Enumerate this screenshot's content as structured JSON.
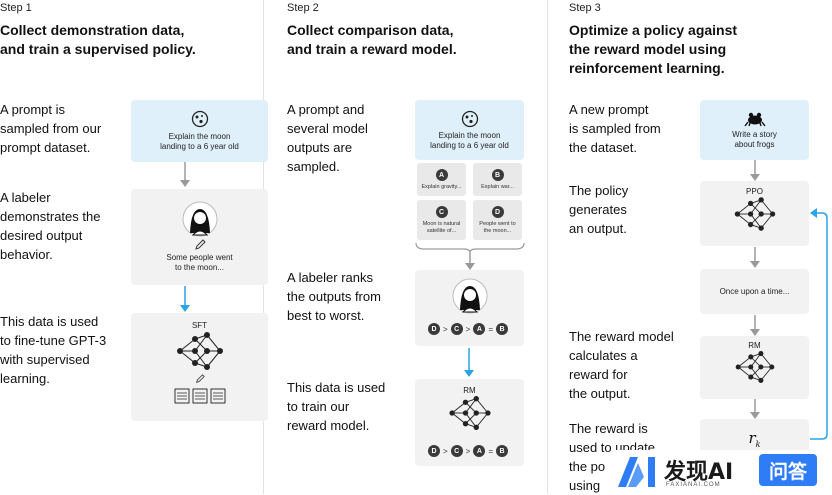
{
  "steps": [
    {
      "step_label": "Step 1",
      "heading": [
        "Collect demonstration data,",
        "and train a supervised policy."
      ],
      "desc1": [
        "A prompt is",
        "sampled from our",
        "prompt dataset."
      ],
      "desc2": [
        "A labeler",
        "demonstrates the",
        "desired output",
        "behavior."
      ],
      "desc3": [
        "This data is used",
        "to fine-tune GPT-3",
        "with supervised",
        "learning."
      ],
      "prompt_box": [
        "Explain the moon",
        "landing to a 6 year old"
      ],
      "labeler_output": [
        "Some people went",
        "to the moon..."
      ],
      "model_label": "SFT"
    },
    {
      "step_label": "Step 2",
      "heading": [
        "Collect comparison data,",
        "and train a reward model."
      ],
      "desc1": [
        "A prompt and",
        "several model",
        "outputs are",
        "sampled."
      ],
      "desc2": [
        "A labeler ranks",
        "the outputs from",
        "best to worst."
      ],
      "desc3": [
        "This data is used",
        "to train our",
        "reward model."
      ],
      "prompt_box": [
        "Explain the moon",
        "landing to a 6 year old"
      ],
      "outputs": [
        {
          "letter": "A",
          "text": [
            "Explain gravity..."
          ]
        },
        {
          "letter": "B",
          "text": [
            "Explain war..."
          ]
        },
        {
          "letter": "C",
          "text": [
            "Moon is natural",
            "satellite of..."
          ]
        },
        {
          "letter": "D",
          "text": [
            "People went to",
            "the moon..."
          ]
        }
      ],
      "ranking": [
        "D",
        ">",
        "C",
        ">",
        "A",
        "=",
        "B"
      ],
      "model_label": "RM"
    },
    {
      "step_label": "Step 3",
      "heading": [
        "Optimize a policy against",
        "the reward model using",
        "reinforcement learning."
      ],
      "desc1": [
        "A new prompt",
        "is sampled from",
        "the dataset."
      ],
      "desc2": [
        "The policy",
        "generates",
        "an output."
      ],
      "desc3": [
        "The reward model",
        "calculates a",
        "reward for",
        "the output."
      ],
      "desc4": [
        "The reward is",
        "used to update",
        "the po",
        "using"
      ],
      "prompt_box": [
        "Write a story",
        "about frogs"
      ],
      "policy_label": "PPO",
      "output_text": "Once upon a time...",
      "rm_label": "RM",
      "reward_symbol": "r",
      "reward_sub": "k"
    }
  ],
  "watermark": {
    "brand": "发现AI",
    "sub": "FAXIANAI.COM",
    "tag": "问答"
  },
  "colors": {
    "accent_blue": "#2aa3e8",
    "box_blue": "#dff0fa",
    "box_gray": "#f2f2f2",
    "arrow_gray": "#9a9a9a"
  }
}
